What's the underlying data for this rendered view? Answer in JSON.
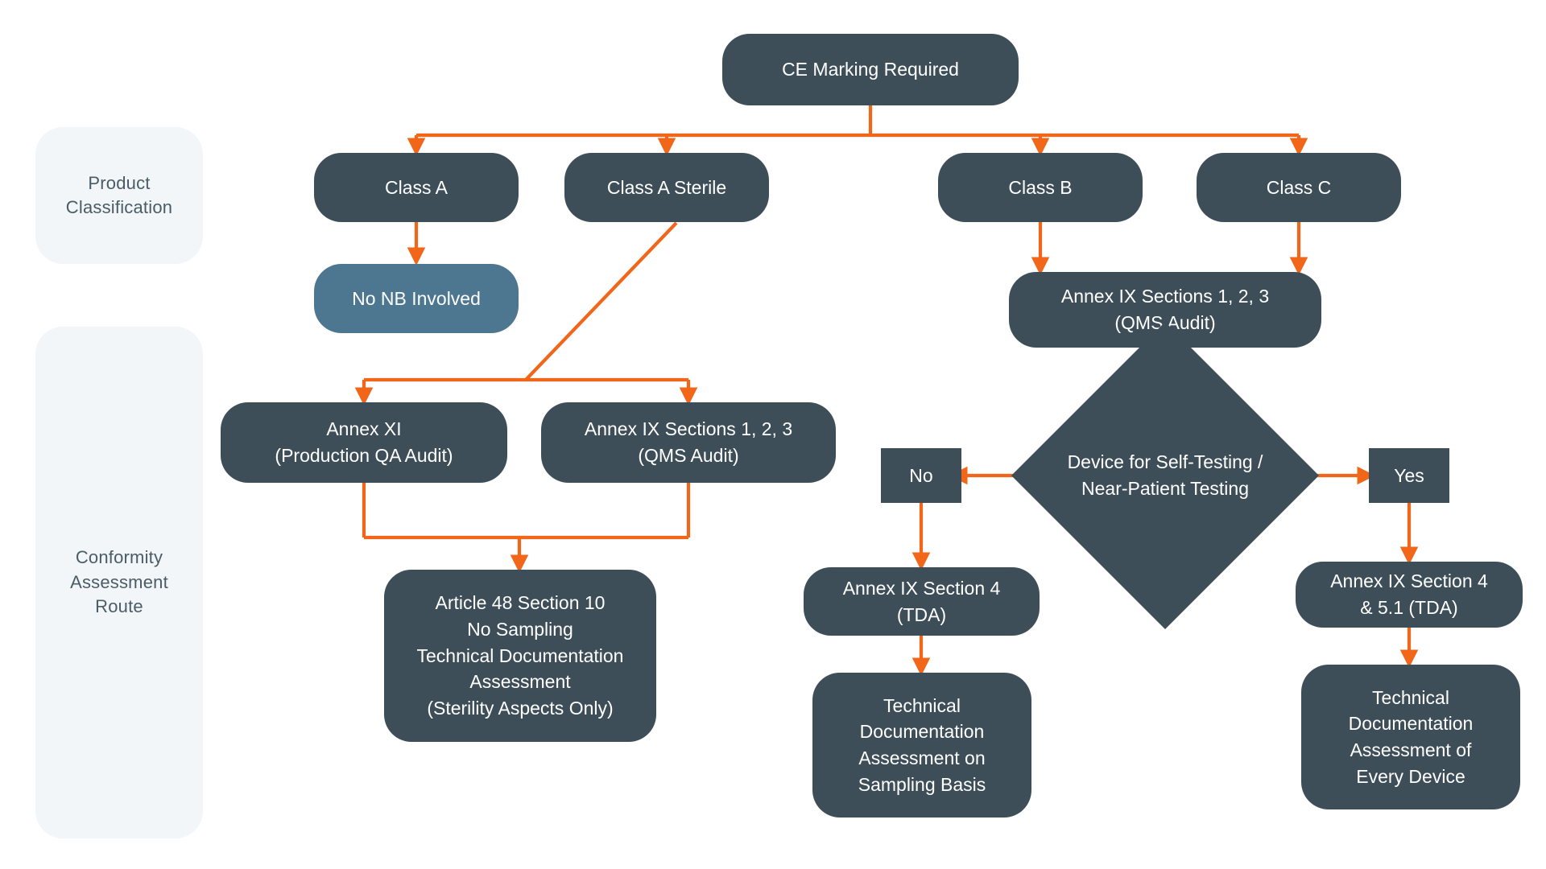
{
  "diagram": {
    "title": "IVDR CE Marking Conformity Assessment Route Flowchart",
    "colors": {
      "node_dark": "#3E4E59",
      "node_light": "#4D7791",
      "connector": "#F2661A",
      "lane_panel": "#F2F6F9",
      "lane_text": "#4A5C66",
      "node_text": "#FFFFFF",
      "background": "#FFFFFF"
    }
  },
  "lanes": [
    {
      "id": "product-classification",
      "label": "Product\nClassification"
    },
    {
      "id": "conformity-assessment-route",
      "label": "Conformity\nAssessment\nRoute"
    }
  ],
  "lane_labels": {
    "product_classification": "Product Classification",
    "conformity_assessment_route": "Conformity Assessment Route"
  },
  "nodes": {
    "root": "CE Marking Required",
    "class_a": "Class A",
    "class_a_sterile": "Class A Sterile",
    "class_b": "Class B",
    "class_c": "Class C",
    "no_nb_involved": "No NB Involved",
    "annex_xi": "Annex XI\n(Production QA Audit)",
    "annex_ix_123_left": "Annex IX Sections 1, 2, 3\n(QMS Audit)",
    "annex_ix_123_right": "Annex IX Sections 1, 2, 3\n(QMS Audit)",
    "article_48": "Article 48 Section 10\nNo Sampling\nTechnical Documentation\nAssessment\n(Sterility Aspects Only)",
    "decision_self_testing": "Device for Self-Testing /\nNear-Patient Testing",
    "branch_no": "No",
    "branch_yes": "Yes",
    "annex_ix_s4_tda": "Annex IX Section 4\n(TDA)",
    "annex_ix_s4_51_tda": "Annex IX Section 4\n& 5.1 (TDA)",
    "tda_sampling_basis": "Technical\nDocumentation\nAssessment on\nSampling Basis",
    "tda_every_device": "Technical\nDocumentation\nAssessment of\nEvery Device"
  },
  "node_lines": {
    "annex_xi": [
      "Annex XI",
      "(Production QA Audit)"
    ],
    "annex_ix_123_left": [
      "Annex IX Sections 1, 2, 3",
      "(QMS Audit)"
    ],
    "annex_ix_123_right": [
      "Annex IX Sections 1, 2, 3",
      "(QMS Audit)"
    ],
    "article_48": [
      "Article 48 Section 10",
      "No Sampling",
      "Technical Documentation",
      "Assessment",
      "(Sterility Aspects Only)"
    ],
    "decision_self_testing": [
      "Device for Self-Testing /",
      "Near-Patient Testing"
    ],
    "annex_ix_s4_tda": [
      "Annex IX Section 4",
      "(TDA)"
    ],
    "annex_ix_s4_51_tda": [
      "Annex IX Section 4",
      "& 5.1 (TDA)"
    ],
    "tda_sampling_basis": [
      "Technical",
      "Documentation",
      "Assessment on",
      "Sampling Basis"
    ],
    "tda_every_device": [
      "Technical",
      "Documentation",
      "Assessment of",
      "Every Device"
    ]
  },
  "edges": [
    {
      "from": "root",
      "to": "class_a",
      "label": ""
    },
    {
      "from": "root",
      "to": "class_a_sterile",
      "label": ""
    },
    {
      "from": "root",
      "to": "class_b",
      "label": ""
    },
    {
      "from": "root",
      "to": "class_c",
      "label": ""
    },
    {
      "from": "class_a",
      "to": "no_nb_involved",
      "label": ""
    },
    {
      "from": "class_a_sterile",
      "to": "annex_xi",
      "label": ""
    },
    {
      "from": "class_a_sterile",
      "to": "annex_ix_123_left",
      "label": ""
    },
    {
      "from": "annex_xi",
      "to": "article_48",
      "label": ""
    },
    {
      "from": "annex_ix_123_left",
      "to": "article_48",
      "label": ""
    },
    {
      "from": "class_b",
      "to": "annex_ix_123_right",
      "label": ""
    },
    {
      "from": "class_c",
      "to": "annex_ix_123_right",
      "label": ""
    },
    {
      "from": "annex_ix_123_right",
      "to": "decision_self_testing",
      "label": ""
    },
    {
      "from": "decision_self_testing",
      "to": "branch_no",
      "label": "No"
    },
    {
      "from": "decision_self_testing",
      "to": "branch_yes",
      "label": "Yes"
    },
    {
      "from": "branch_no",
      "to": "annex_ix_s4_tda",
      "label": ""
    },
    {
      "from": "branch_yes",
      "to": "annex_ix_s4_51_tda",
      "label": ""
    },
    {
      "from": "annex_ix_s4_tda",
      "to": "tda_sampling_basis",
      "label": ""
    },
    {
      "from": "annex_ix_s4_51_tda",
      "to": "tda_every_device",
      "label": ""
    }
  ]
}
